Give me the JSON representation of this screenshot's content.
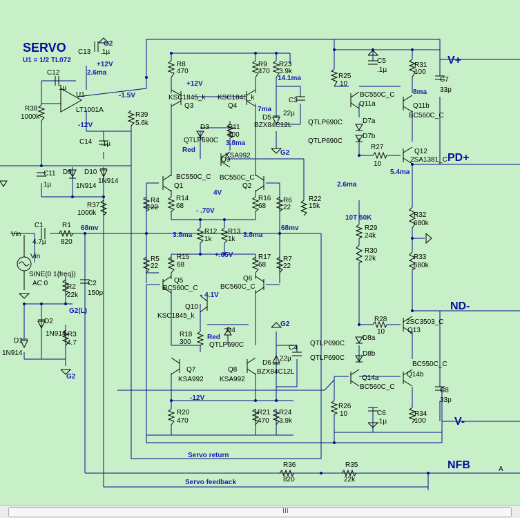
{
  "window": {
    "scroll_grip": "III"
  },
  "titles": {
    "servo": "SERVO",
    "servo_sub": "U1 = 1/2 TL072"
  },
  "rails": {
    "vplus": "V+",
    "vminus": "V-",
    "pdplus": "PD+",
    "ndminus": "ND-",
    "nfb": "NFB",
    "corner": "A"
  },
  "nets": {
    "g2": "G2",
    "plus12": "+12V",
    "minus12": "-12V",
    "minus15": "-1.5V",
    "i26ma": "2.6ma",
    "i141": "14.1ma",
    "i7ma": "7ma",
    "i38a": "3.8ma",
    "i8ma": "8ma",
    "v4": "4V",
    "vm70": "- .70V",
    "vp65": "+.65V",
    "vm41": "- 4.1V",
    "i38b": "3.8ma",
    "i38c": "3.8ma",
    "mv68a": "68mv",
    "mv68b": "68mv",
    "i26b": "2.6ma",
    "i54": "5.4ma",
    "t10": "10T 50K",
    "red1": "Red",
    "red2": "Red",
    "g2l": "G2(L)",
    "servo_return": "Servo return",
    "servo_feedback": "Servo feedback"
  },
  "components": {
    "c13": "C13",
    "c13v": ".1µ",
    "c12": "C12",
    "c12v": "1µ",
    "u1": "U1",
    "u1v": "LT1001A",
    "r38": "R38",
    "r38v": "1000k",
    "r39": "R39",
    "r39v": "5.6k",
    "c14": "C14",
    "c14v": ".1µ",
    "c11": "C11",
    "c11v": "1µ",
    "d9": "D9",
    "d9v": "1N914",
    "d10": "D10",
    "d10v": "1N914",
    "r37": "R37",
    "r37v": "1000k",
    "c1": "C1",
    "c1v": "4.7µ",
    "r1": "R1",
    "r1v": "820",
    "vin1": "Vin",
    "vin2": "Vin",
    "vsrc": "SINE(0 1{freq})",
    "vac": "AC 0",
    "r2": "R2",
    "r2v": "22k",
    "c2": "C2",
    "c2v": "150p",
    "d2": "D2",
    "d2v": "1N914",
    "r3": "R3",
    "r3v": "4.7",
    "d1": "D1",
    "d1v": "1N914",
    "r8": "R8",
    "r8v": "470",
    "r9": "R9",
    "r9v": "470",
    "r23": "R23",
    "r23v": "3.9k",
    "q3": "KSC1845_k",
    "q3l": "Q3",
    "q4": "KSC1845_k",
    "q4l": "Q4",
    "c3": "C3",
    "c3v": "22µ",
    "d5": "D5",
    "d5v": "BZX84C12L",
    "d3": "D3",
    "d3v": "QTLP690C",
    "r11": "R11",
    "r11v": "300",
    "q9": "Q9",
    "q9v": "KSA992",
    "q1": "BC550C_C",
    "q1l": "Q1",
    "q2": "BC550C_C",
    "q2l": "Q2",
    "r4": "R4",
    "r4v": "22",
    "r14": "R14",
    "r14v": "68",
    "r16": "R16",
    "r16v": "68",
    "r6": "R6",
    "r6v": "22",
    "r22": "R22",
    "r22v": "15k",
    "r12": "R12",
    "r12v": "1k",
    "r13": "R13",
    "r13v": "1k",
    "r5": "R5",
    "r5v": "22",
    "r15": "R15",
    "r15v": "68",
    "r17": "R17",
    "r17v": "68",
    "r7": "R7",
    "r7v": "22",
    "q5": "Q5",
    "q5v": "BC560C_C",
    "q6": "BC560C_C",
    "q6l": "Q6",
    "q10": "Q10",
    "q10v": "KSC1845_k",
    "d4": "D4",
    "d4v": "QTLP690C",
    "r18": "R18",
    "r18v": "300",
    "c4": "C4",
    "c4v": "22µ",
    "d6": "D6",
    "d6v": "BZX84C12L",
    "q7": "Q7",
    "q7v": "KSA992",
    "q8": "Q8",
    "q8v": "KSA992",
    "r20": "R20",
    "r20v": "470",
    "r21": "R21",
    "r21v": "470",
    "r24": "R24",
    "r24v": "3.9k",
    "r25": "R25",
    "r25v": "10",
    "c5": "C5",
    "c5v": ".1µ",
    "r31": "R31",
    "r31v": "100",
    "c7": "C7",
    "c7v": "33p",
    "q11a": "BC550C_C",
    "q11al": "Q11a",
    "q11b": "Q11b",
    "q11bv": "BC560C_C",
    "d7a": "D7a",
    "d7b": "D7b",
    "qt1": "QTLP690C",
    "qt2": "QTLP690C",
    "r27": "R27",
    "r27v": "10",
    "q12": "Q12",
    "q12v": "2SA1381_C",
    "r29": "R29",
    "r29v": "24k",
    "r30": "R30",
    "r30v": "22k",
    "r32": "R32",
    "r32v": "680k",
    "r33": "R33",
    "r33v": "680k",
    "r28": "R28",
    "r28v": "10",
    "q13": "2SC3503_C",
    "q13l": "Q13",
    "d8a": "D8a",
    "d8b": "D8b",
    "qt3": "QTLP690C",
    "qt4": "QTLP690C",
    "q14a": "Q14a",
    "q14av": "BC560C_C",
    "q14b": "BC550C_C",
    "q14bl": "Q14b",
    "c8": "C8",
    "c8v": "33p",
    "r26": "R26",
    "r26v": "10",
    "c6": "C6",
    "c6v": ".1µ",
    "r34": "R34",
    "r34v": "100",
    "r36": "R36",
    "r36v": "820",
    "r35": "R35",
    "r35v": "22k"
  }
}
